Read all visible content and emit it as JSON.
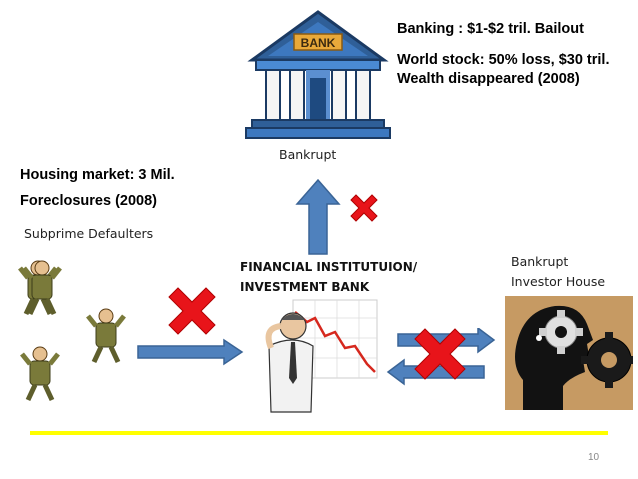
{
  "bank_facts": {
    "bailout": "Banking :  $1-$2 tril. Bailout",
    "stock_loss": "World stock: 50% loss, $30 tril.  Wealth disappeared (2008)"
  },
  "bank": {
    "sign": "BANK",
    "label": "Bankrupt"
  },
  "housing": {
    "line1": "Housing market: 3 Mil.",
    "line2": "Foreclosures (2008)"
  },
  "subprime_label": "Subprime Defaulters",
  "financial_institution": {
    "line1": "FINANCIAL INSTITUTUION/",
    "line2": "INVESTMENT BANK"
  },
  "investor_house": {
    "line1": "Bankrupt",
    "line2": "Investor House"
  },
  "page_number": "10",
  "colors": {
    "arrow_blue": "#4f81bd",
    "cross_red": "#e8141a",
    "divider_yellow": "#ffff00"
  }
}
